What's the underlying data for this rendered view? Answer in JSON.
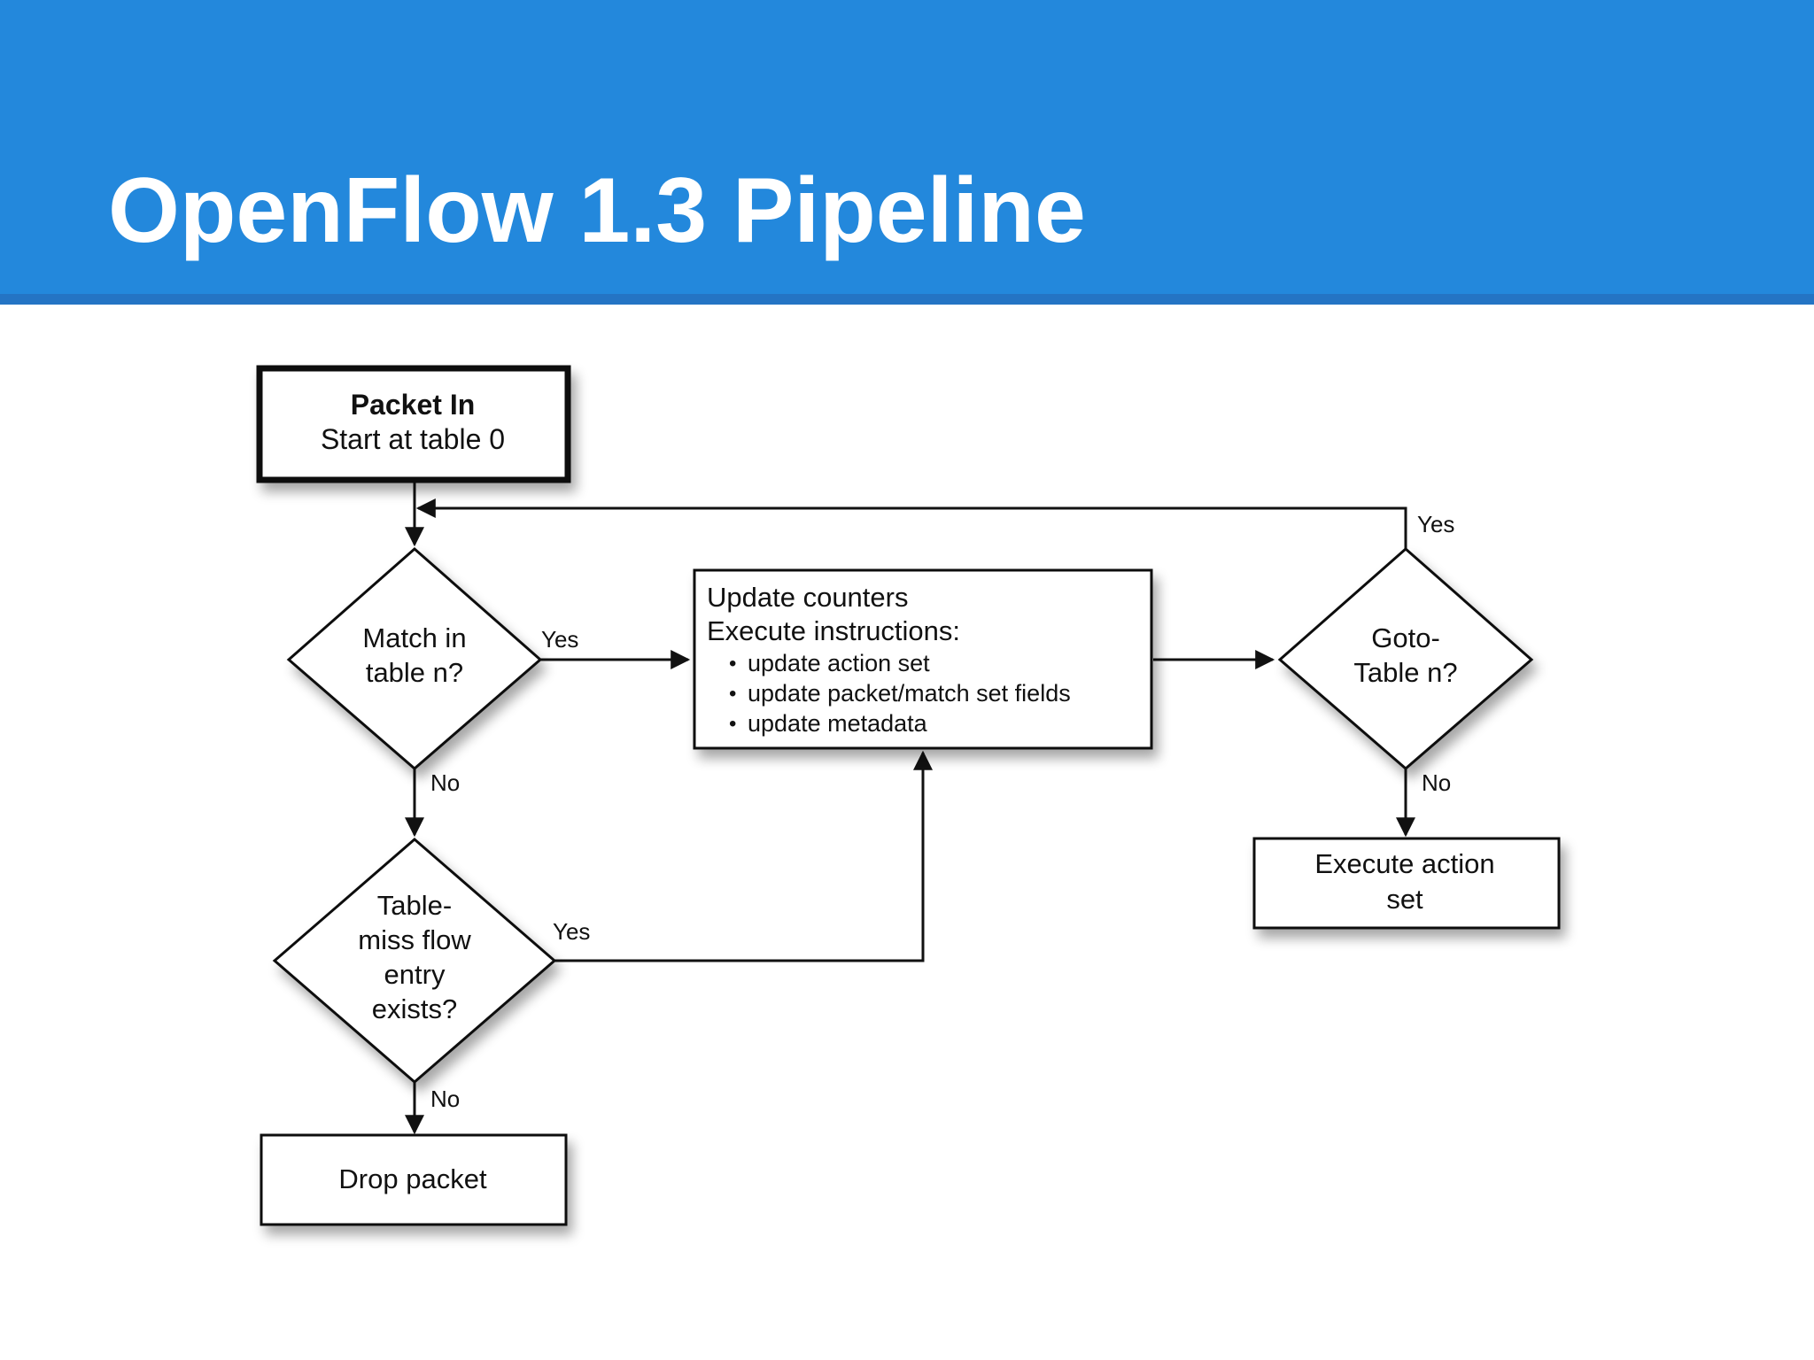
{
  "slide": {
    "title": "OpenFlow 1.3 Pipeline"
  },
  "diagram": {
    "nodes": {
      "packet_in": {
        "title": "Packet In",
        "subtitle": "Start at table 0"
      },
      "match_decision": {
        "line1": "Match in",
        "line2": "table n?"
      },
      "update_box": {
        "line1": "Update counters",
        "line2": "Execute instructions:",
        "bullets": [
          "update action set",
          "update packet/match set fields",
          "update metadata"
        ]
      },
      "goto_decision": {
        "line1": "Goto-",
        "line2": "Table n?"
      },
      "execute_action": {
        "line1": "Execute action",
        "line2": "set"
      },
      "table_miss_decision": {
        "line1": "Table-",
        "line2": "miss flow",
        "line3": "entry",
        "line4": "exists?"
      },
      "drop_packet": {
        "label": "Drop packet"
      }
    },
    "edge_labels": {
      "match_yes": "Yes",
      "match_no": "No",
      "goto_yes": "Yes",
      "goto_no": "No",
      "tablemiss_yes": "Yes",
      "tablemiss_no": "No"
    },
    "bullet_glyph": "•"
  }
}
